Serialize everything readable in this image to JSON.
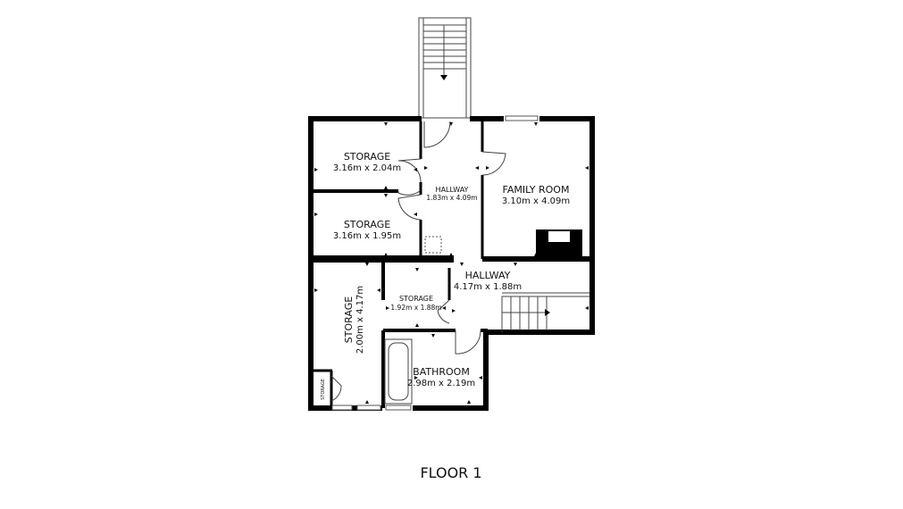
{
  "floor_label": "FLOOR 1",
  "rooms": {
    "storage_top": {
      "name": "STORAGE",
      "dim": "3.16m x 2.04m"
    },
    "storage_mid": {
      "name": "STORAGE",
      "dim": "3.16m x 1.95m"
    },
    "hallway_upper": {
      "name": "HALLWAY",
      "dim": "1.83m x 4.09m"
    },
    "family_room": {
      "name": "FAMILY ROOM",
      "dim": "3.10m x 4.09m"
    },
    "hallway_lower": {
      "name": "HALLWAY",
      "dim": "4.17m x 1.88m"
    },
    "storage_small": {
      "name": "STORAGE",
      "dim": "1.92m x 1.88m"
    },
    "storage_left": {
      "name": "STORAGE",
      "dim": "2.00m x 4.17m"
    },
    "storage_tiny": {
      "name": "STORAGE"
    },
    "bathroom": {
      "name": "BATHROOM",
      "dim": "2.98m x 2.19m"
    }
  },
  "colors": {
    "wall": "#000000",
    "line": "#555555",
    "background": "#ffffff"
  }
}
